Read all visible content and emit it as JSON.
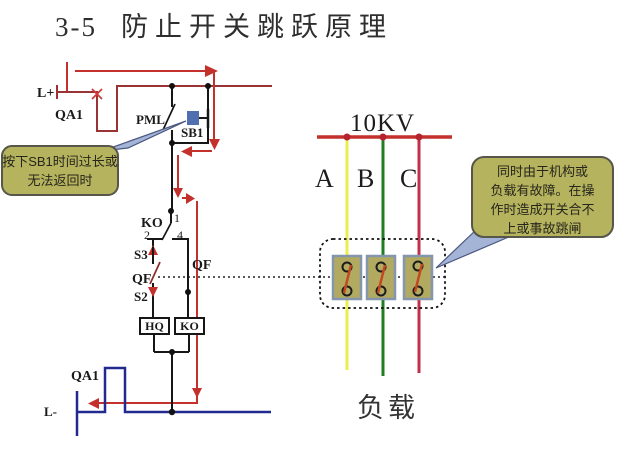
{
  "title": {
    "number": "3-5",
    "text": "防止开关跳跃原理"
  },
  "callouts": {
    "left": {
      "lines": [
        "按下SB1时间过长或",
        "无法返回时"
      ]
    },
    "right": {
      "lines": [
        "同时由于机构或",
        "负载有故障。在操",
        "作时造成开关合不",
        "上或事故跳闸"
      ]
    }
  },
  "control_circuit": {
    "labels": {
      "l_plus": "L+",
      "qa1_top": "QA1",
      "pml": "PML",
      "sb1": "SB1",
      "ko_contact": "KO",
      "terminal_1": "1",
      "terminal_2": "2",
      "terminal_4": "4",
      "s3": "S3",
      "qf_left": "QF",
      "qf_right": "QF",
      "s2": "S2",
      "hq_coil": "HQ",
      "ko_coil": "KO",
      "qa1_bottom": "QA1",
      "l_minus": "L-"
    }
  },
  "power_circuit": {
    "bus_label": "10KV",
    "phases": [
      {
        "label": "A",
        "color": "#eded4f"
      },
      {
        "label": "B",
        "color": "#1f7d23"
      },
      {
        "label": "C",
        "color": "#c3304a"
      }
    ],
    "load_label": "负载"
  },
  "colors": {
    "flow_arrow_red": "#c4302b",
    "rail_dark_red": "#9a3333",
    "neutral_blue": "#232a8f",
    "callout_fill": "#b6b35e",
    "callout_border": "#56564a",
    "pointer_fill": "#a3b4d6",
    "contact_box_fill": "#b2aa61",
    "contact_box_border": "#8495ae",
    "sb1_button_blue": "#4f6fb0"
  }
}
